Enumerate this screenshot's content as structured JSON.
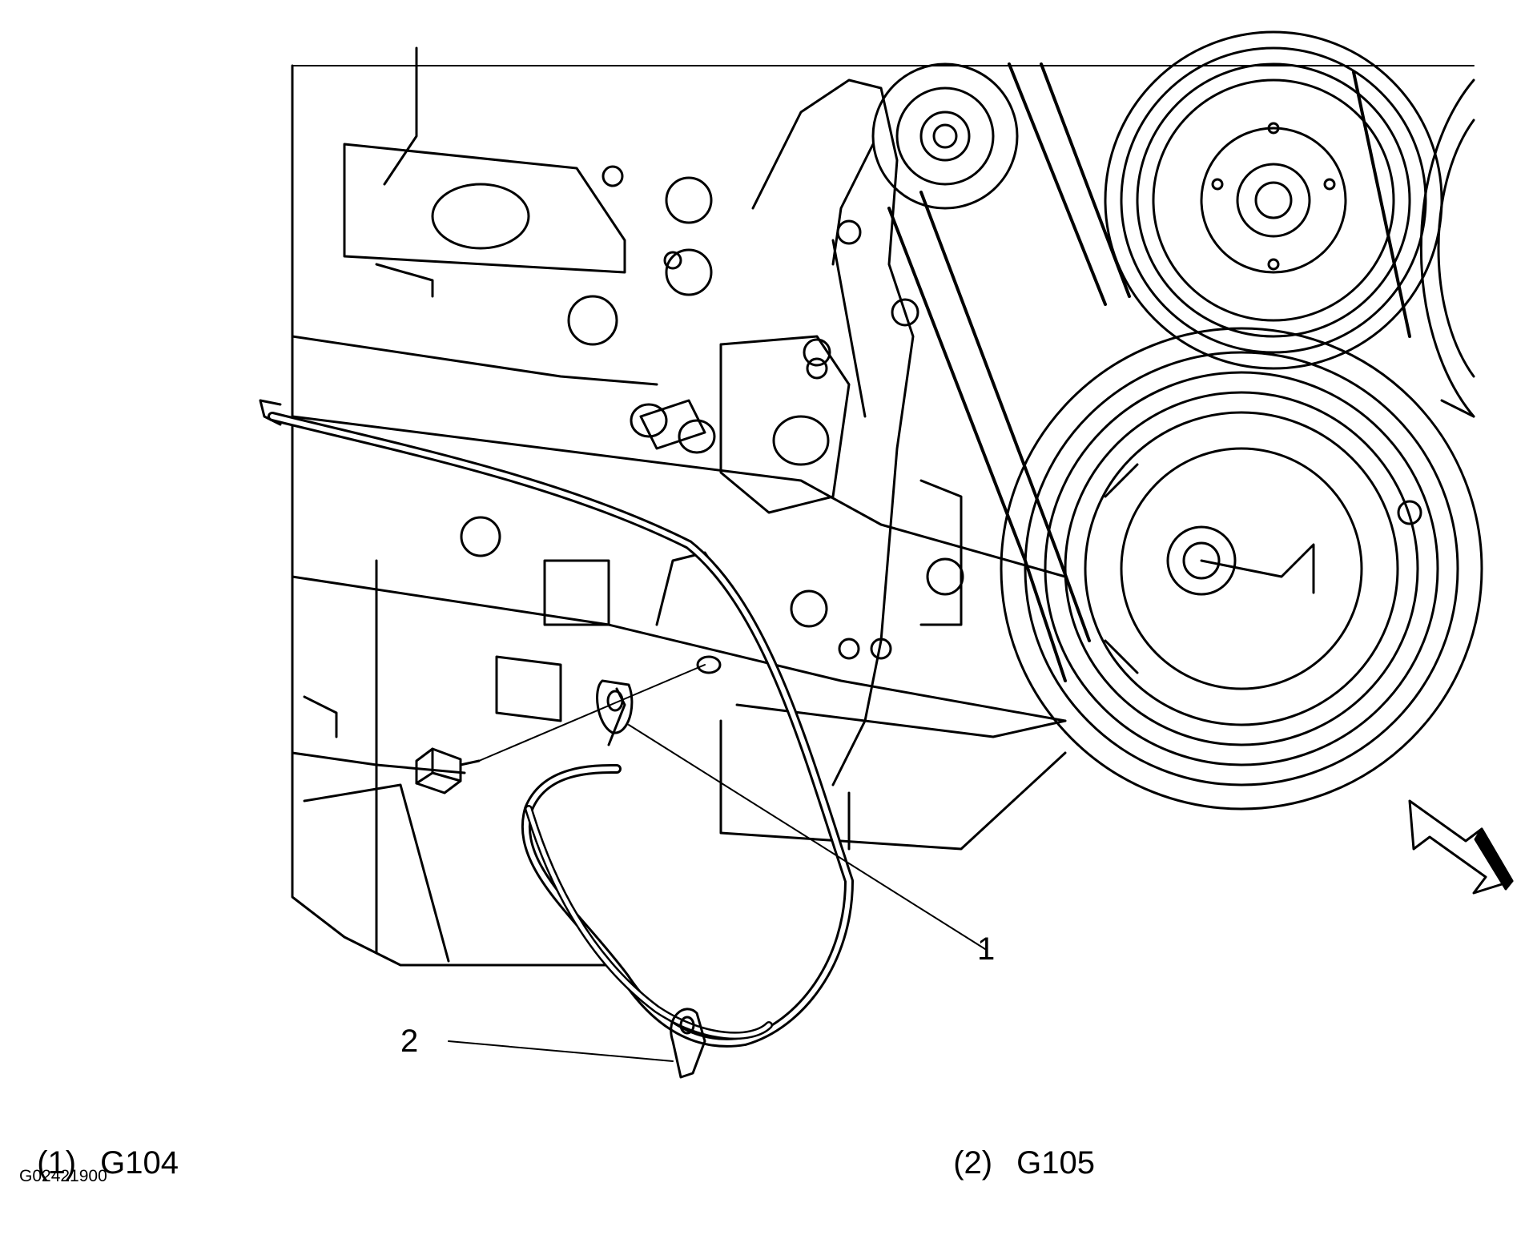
{
  "callouts": [
    {
      "number": "1",
      "target": "G104"
    },
    {
      "number": "2",
      "target": "G105"
    }
  ],
  "legend": [
    {
      "number": "(1)",
      "code": "G104"
    },
    {
      "number": "(2)",
      "code": "G105"
    }
  ],
  "figure_id": "G02421900",
  "icons": [
    "engine-illustration",
    "ground-cable-illustration",
    "bolt-icon",
    "direction-arrow-icon"
  ]
}
